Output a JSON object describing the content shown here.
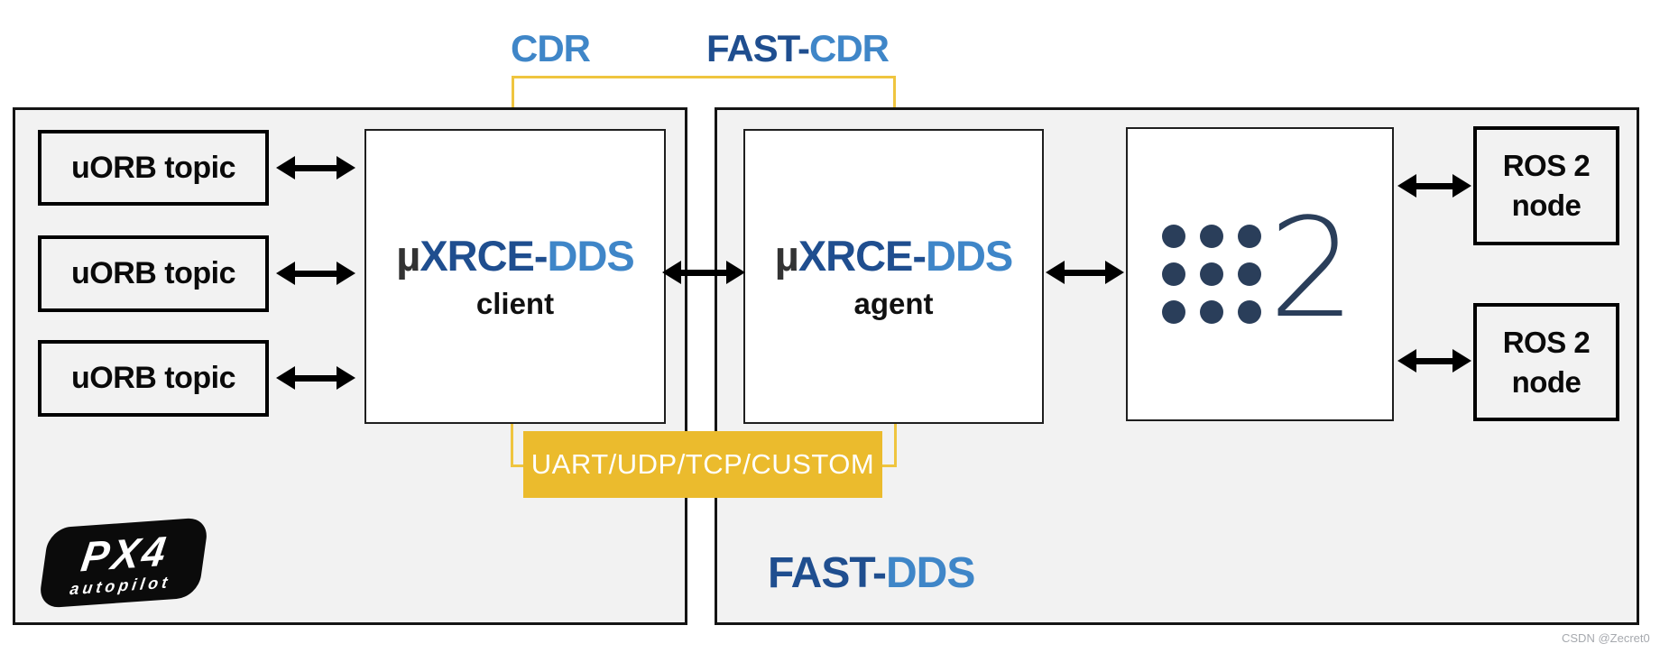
{
  "diagram": {
    "title_labels": {
      "cdr": "CDR",
      "fast_cdr": {
        "prefix": "FAST-",
        "suffix": "CDR"
      }
    },
    "px4_zone": {
      "uorb_topics": [
        "uORB topic",
        "uORB topic",
        "uORB topic"
      ],
      "client_box": {
        "mu": "µ",
        "xrce": "XRCE-",
        "dds": "DDS",
        "role": "client"
      },
      "px4_logo": {
        "name": "PX4",
        "subtitle": "autopilot"
      }
    },
    "dds_zone": {
      "agent_box": {
        "mu": "µ",
        "xrce": "XRCE-",
        "dds": "DDS",
        "role": "agent"
      },
      "ros2_logo": {
        "number": "2"
      },
      "zone_label": {
        "prefix": "FAST-",
        "suffix": "DDS"
      }
    },
    "ros_nodes": [
      {
        "line1": "ROS 2",
        "line2": "node"
      },
      {
        "line1": "ROS 2",
        "line2": "node"
      }
    ],
    "transport_box": {
      "label": "UART/UDP/TCP/CUSTOM"
    },
    "watermark": "CSDN @Zecret0",
    "colors": {
      "navy": "#1F4E8F",
      "light_blue": "#3F86C8",
      "ros_navy": "#2A3E5A",
      "yellow": "#EBBB2D",
      "panel_gray": "#F2F2F2",
      "black": "#000000"
    }
  }
}
